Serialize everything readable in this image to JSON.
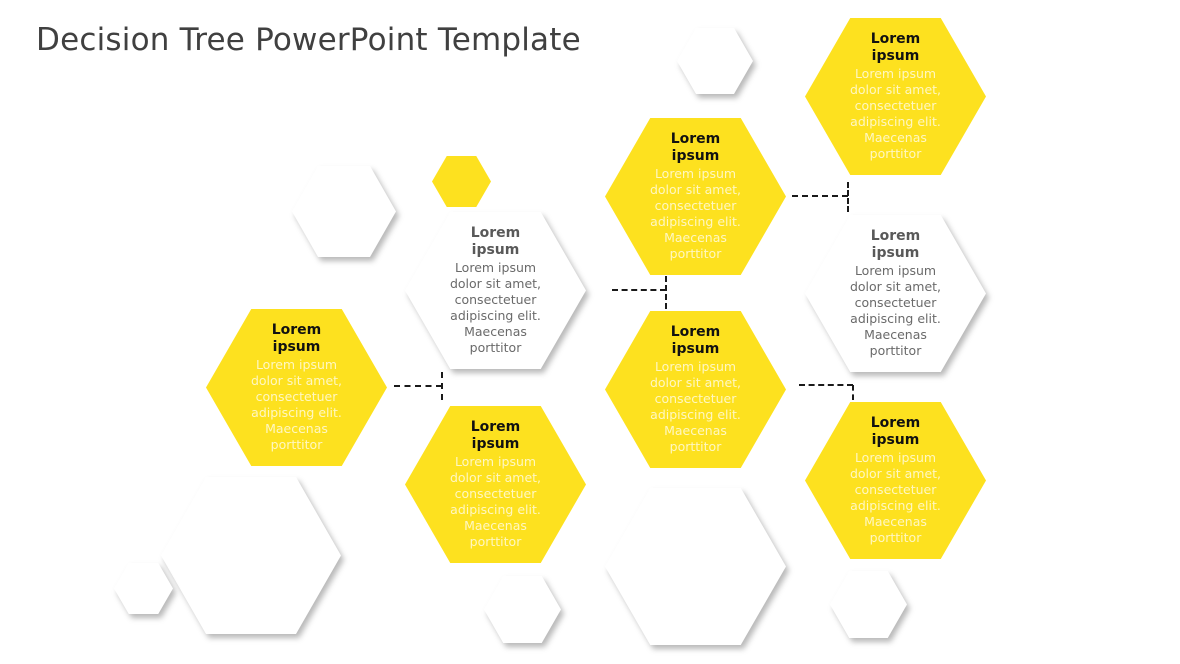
{
  "slide": {
    "title": "Decision Tree PowerPoint Template"
  },
  "colors": {
    "accent_yellow": "#FDE11F",
    "white": "#FFFFFF",
    "title_text": "#404040",
    "connector": "#1A1A1A"
  },
  "nodes": [
    {
      "id": "root",
      "style": "yellow",
      "title": "Lorem ipsum",
      "body": "Lorem ipsum dolor sit amet, consectetuer adipiscing elit. Maecenas porttitor"
    },
    {
      "id": "level1-top",
      "style": "white",
      "title": "Lorem ipsum",
      "body": "Lorem ipsum dolor sit amet, consectetuer adipiscing elit. Maecenas porttitor"
    },
    {
      "id": "level1-bottom",
      "style": "yellow",
      "title": "Lorem ipsum",
      "body": "Lorem ipsum dolor sit amet, consectetuer adipiscing elit. Maecenas porttitor"
    },
    {
      "id": "level2-top",
      "style": "yellow",
      "title": "Lorem ipsum",
      "body": "Lorem ipsum dolor sit amet, consectetuer adipiscing elit. Maecenas porttitor"
    },
    {
      "id": "level2-bottom",
      "style": "yellow",
      "title": "Lorem ipsum",
      "body": "Lorem ipsum dolor sit amet, consectetuer adipiscing elit. Maecenas porttitor"
    },
    {
      "id": "level3-top",
      "style": "yellow",
      "title": "Lorem ipsum",
      "body": "Lorem ipsum dolor sit amet, consectetuer adipiscing elit. Maecenas porttitor"
    },
    {
      "id": "level3-middle",
      "style": "white",
      "title": "Lorem ipsum",
      "body": "Lorem ipsum dolor sit amet, consectetuer adipiscing elit. Maecenas porttitor"
    },
    {
      "id": "level3-bottom",
      "style": "yellow",
      "title": "Lorem ipsum",
      "body": "Lorem ipsum dolor sit amet, consectetuer adipiscing elit. Maecenas porttitor"
    }
  ],
  "icons": {
    "decorative_hexagon": "hexagon-shape",
    "connector": "dashed-line"
  }
}
